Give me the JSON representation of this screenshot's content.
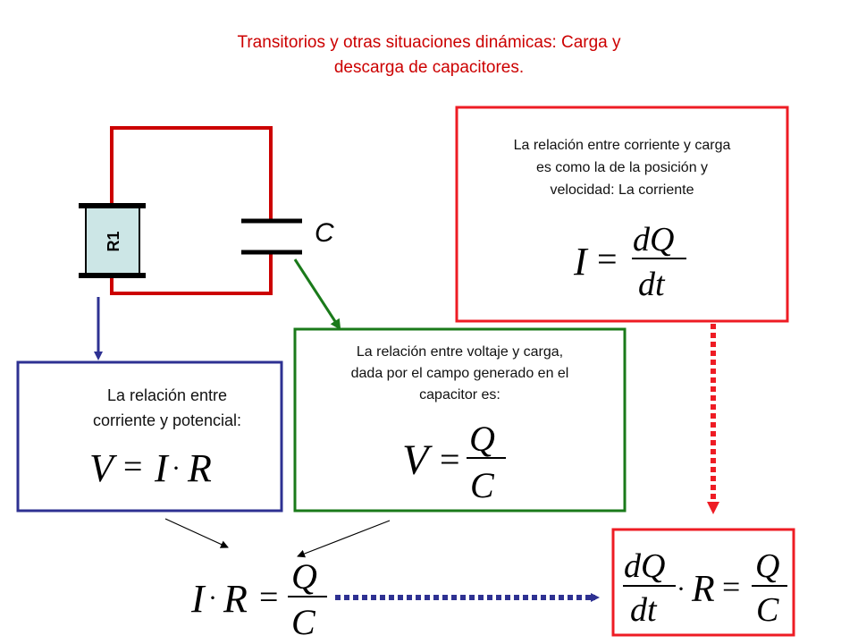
{
  "title": {
    "line1": "Transitorios y otras situaciones dinámicas: Carga y",
    "line2": "descarga de capacitores."
  },
  "circuit": {
    "resistor_label": "R1",
    "capacitor_label": "C"
  },
  "boxes": {
    "current_charge": {
      "line1": "La relación entre corriente y carga",
      "line2": "es como la de la posición y",
      "line3": "velocidad: La corriente"
    },
    "voltage_charge": {
      "line1": "La relación entre voltaje y carga,",
      "line2": "dada por el campo generado en el",
      "line3": "capacitor es:"
    },
    "current_potential": {
      "line1": "La relación entre",
      "line2": "corriente y potencial:"
    }
  },
  "equations": {
    "I_eq": "I = dQ/dt",
    "V_IR": "V = I·R",
    "V_QC": "V = Q/C",
    "IR_QC": "I·R = Q/C",
    "diff_eq": "dQ/dt·R = Q/C"
  },
  "colors": {
    "red": "#cc0000",
    "box_red": "#ee1c24",
    "navy": "#2e3192",
    "green": "#1a7a1a",
    "resistor_fill": "#cce6e6"
  }
}
